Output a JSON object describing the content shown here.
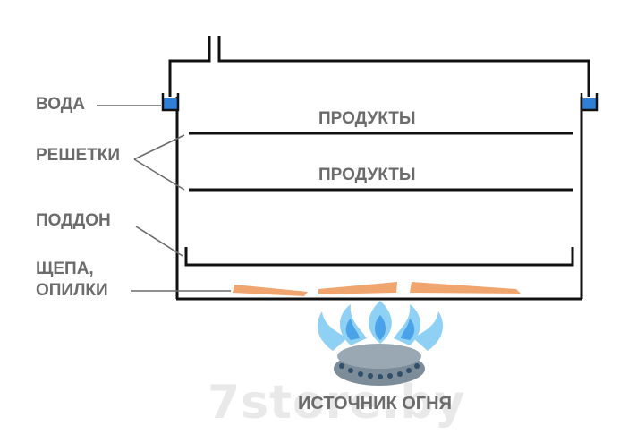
{
  "labels": {
    "water": "ВОДА",
    "grates": "РЕШЕТКИ",
    "tray": "ПОДДОН",
    "chips_line1": "ЩЕПА,",
    "chips_line2": "ОПИЛКИ"
  },
  "products": {
    "upper": "ПРОДУКТЫ",
    "lower": "ПРОДУКТЫ"
  },
  "fire_source": "ИСТОЧНИК ОГНЯ",
  "watermark": "7store.by",
  "colors": {
    "text": "#6b6b6b",
    "outline": "#111111",
    "water": "#2f7fd6",
    "chips": "#f0a56e",
    "flame": "#8fd0f5",
    "flame_inner": "#4aa3e8",
    "burner": "#7d8c99",
    "burner_holes": "#2f4f6a"
  }
}
